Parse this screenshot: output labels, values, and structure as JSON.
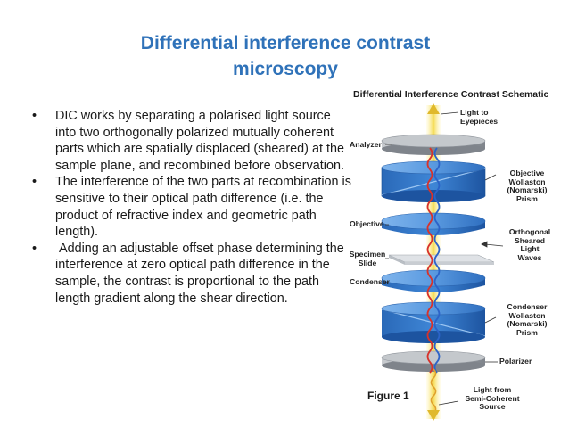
{
  "slide": {
    "title_line1": "Differential interference contrast",
    "title_line2": "microscopy"
  },
  "bullets": [
    "DIC works by separating a polarised light source into two orthogonally polarized mutually coherent parts which are spatially displaced (sheared) at the sample plane, and recombined before observation.",
    "The interference of the two parts at recombination is sensitive to their optical path difference (i.e. the product of refractive index and geometric path length).",
    " Adding an adjustable offset phase determining the interference at zero optical path difference in the sample, the contrast is proportional to the path length gradient along the shear direction."
  ],
  "bullet_symbol": "•",
  "figure": {
    "heading": "Differential Interference Contrast Schematic",
    "caption": "Figure 1",
    "labels": {
      "light_to_eyepieces": [
        "Light to",
        "Eyepieces"
      ],
      "analyzer": "Analyzer",
      "objective_prism": [
        "Objective",
        "Wollaston",
        "(Nomarski)",
        "Prism"
      ],
      "objective": "Objective",
      "orthogonal_waves": [
        "Orthogonal",
        "Sheared",
        "Light",
        "Waves"
      ],
      "specimen_slide": [
        "Specimen",
        "Slide"
      ],
      "condenser": "Condenser",
      "condenser_prism": [
        "Condenser",
        "Wollaston",
        "(Nomarski)",
        "Prism"
      ],
      "polarizer": "Polarizer",
      "light_source": [
        "Light from",
        "Semi-Coherent",
        "Source"
      ]
    },
    "colors": {
      "optic_blue": "#3f86d6",
      "optic_dark": "#1f5fa8",
      "wave_red": "#d8322a",
      "wave_blue": "#2c63c8",
      "beam_yellow": "#f1d33a",
      "grey_disc": "#9ea3a9"
    }
  }
}
